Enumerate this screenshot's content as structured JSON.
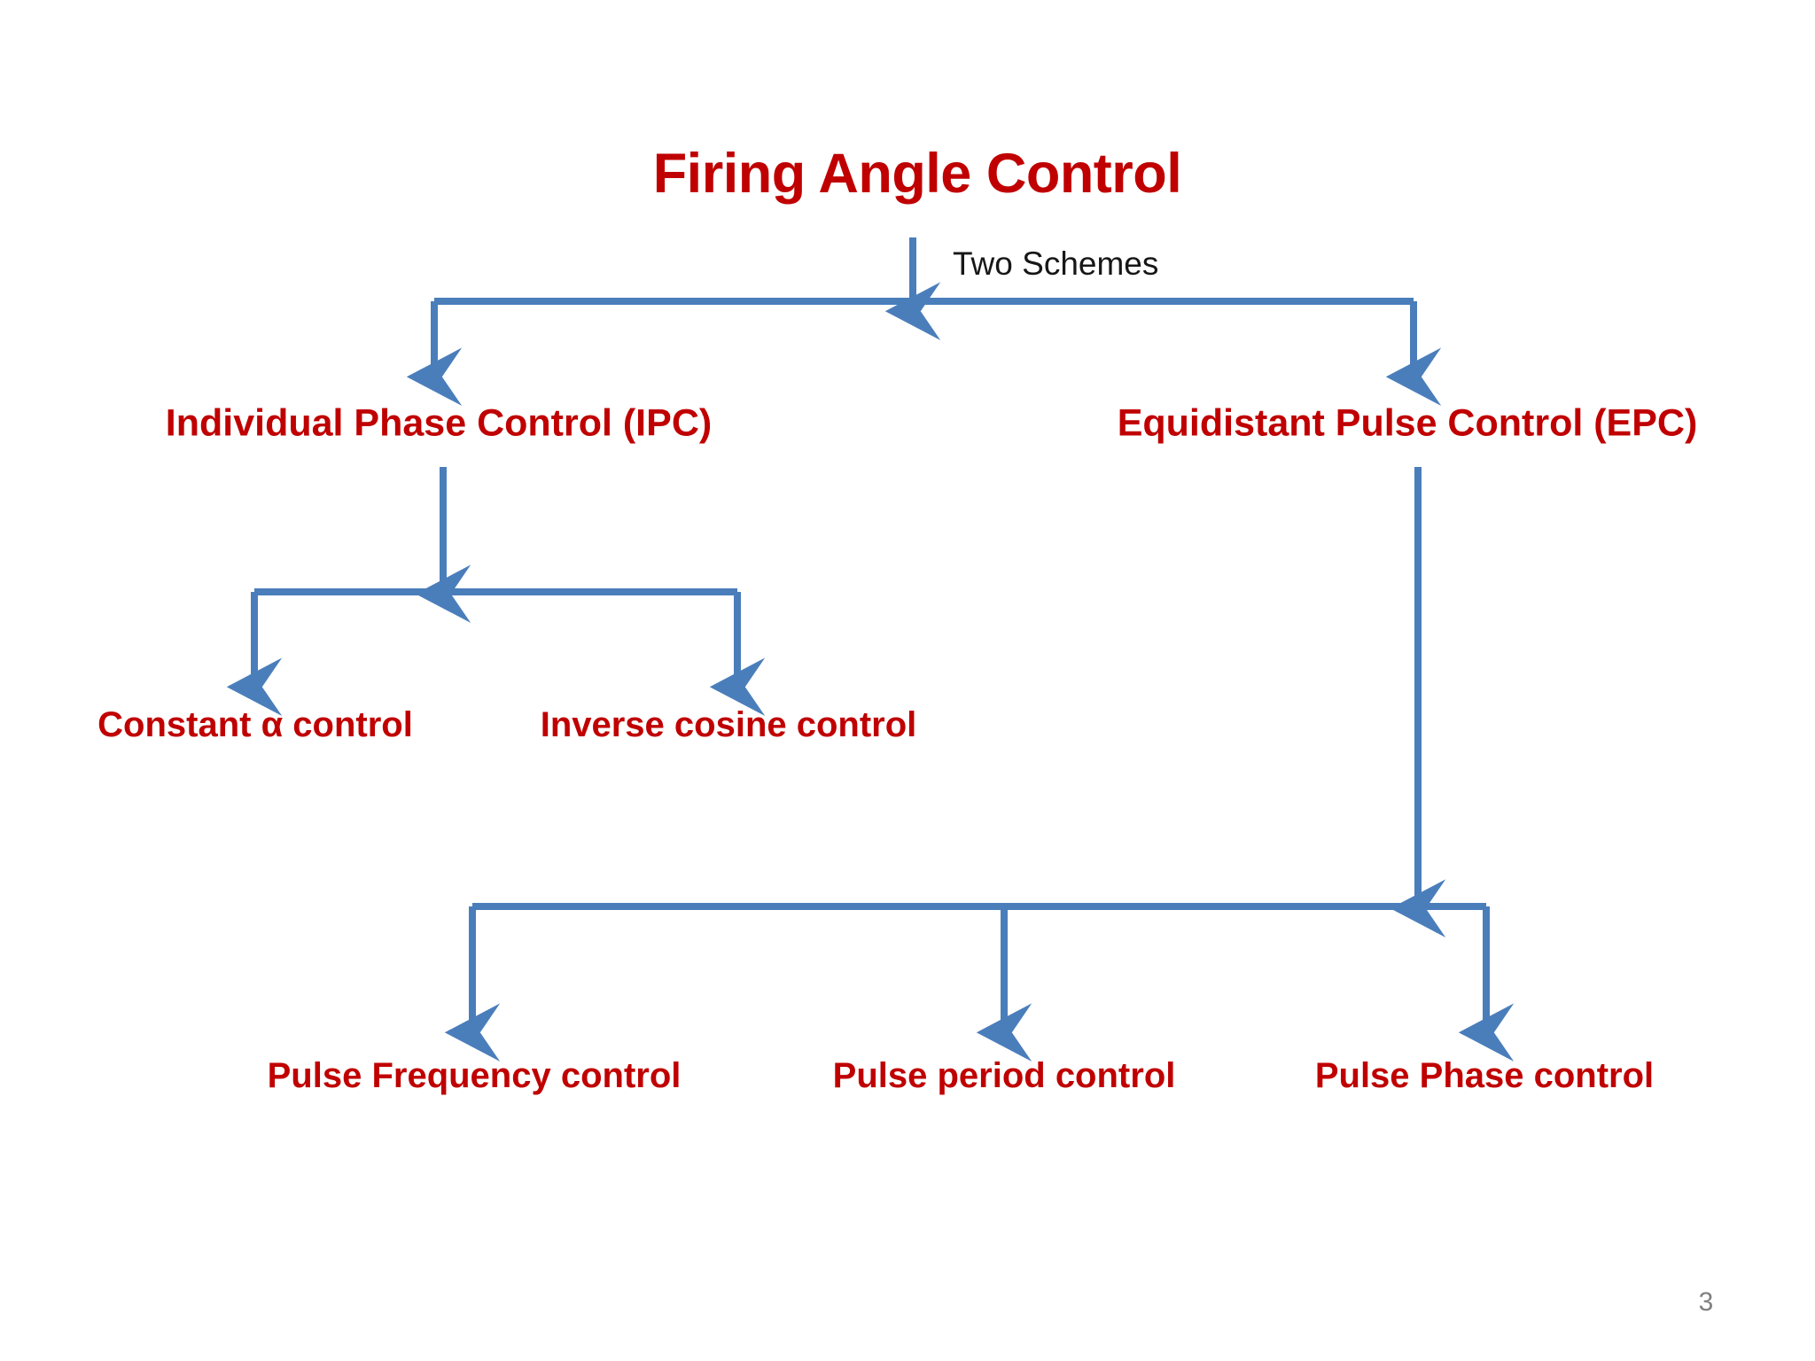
{
  "slide": {
    "title": "Firing Angle Control",
    "page_number": "3",
    "title_color": "#C00000",
    "connector_color": "#4A7EBB",
    "note_color": "#171717",
    "page_number_color": "#808080"
  },
  "diagram": {
    "root_note": "Two Schemes",
    "level1": [
      {
        "label": "Individual Phase Control (IPC)"
      },
      {
        "label": "Equidistant Pulse Control (EPC)"
      }
    ],
    "level2_ipc": [
      {
        "label": "Constant α control"
      },
      {
        "label": "Inverse cosine control"
      }
    ],
    "level2_epc": [
      {
        "label": "Pulse Frequency control"
      },
      {
        "label": "Pulse period control"
      },
      {
        "label": "Pulse Phase control"
      }
    ]
  }
}
